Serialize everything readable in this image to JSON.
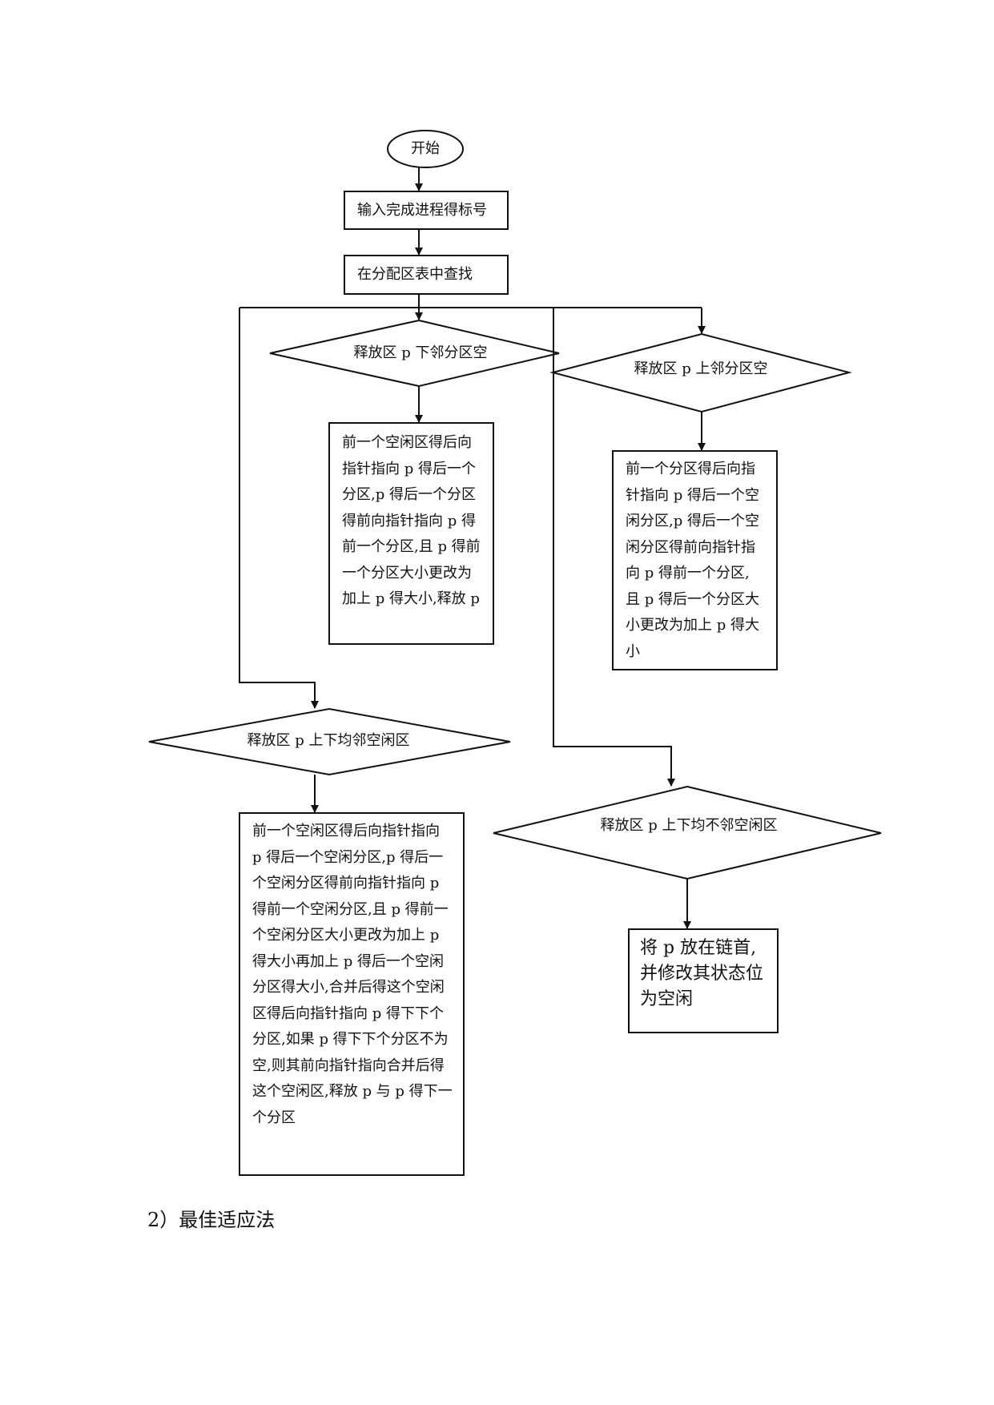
{
  "flowchart": {
    "start": "开始",
    "input_step": "输入完成进程得标号",
    "search_step": "在分配区表中查找",
    "decision_lower_free": "释放区 p 下邻分区空",
    "action_lower_free": [
      "前一个空闲区得后向",
      "指针指向 p 得后一个",
      "分区,p 得后一个分区",
      "得前向指针指向 p 得",
      "前一个分区,且 p 得前",
      "一个分区大小更改为",
      "加上 p 得大小,释放 p"
    ],
    "decision_upper_free": "释放区 p 上邻分区空",
    "action_upper_free": [
      "前一个分区得后向指",
      "针指向 p 得后一个空",
      "闲分区,p 得后一个空",
      "闲分区得前向指针指",
      "向 p 得前一个分区,",
      "且 p 得后一个分区大",
      "小更改为加上 p 得大",
      "小"
    ],
    "decision_both_free": "释放区 p 上下均邻空闲区",
    "action_both_free": [
      "前一个空闲区得后向指针指向",
      "p 得后一个空闲分区,p 得后一",
      "个空闲分区得前向指针指向 p",
      "得前一个空闲分区,且 p 得前一",
      "个空闲分区大小更改为加上 p",
      "得大小再加上 p 得后一个空闲",
      "分区得大小,合并后得这个空闲",
      "区得后向指针指向 p 得下下个",
      "分区,如果 p 得下下个分区不为",
      "空,则其前向指针指向合并后得",
      "这个空闲区,释放 p 与 p 得下一",
      "个分区"
    ],
    "decision_none_free": "释放区 p 上下均不邻空闲区",
    "action_none_free": [
      "将 p 放在链首,",
      "并修改其状态位",
      "为空闲"
    ]
  },
  "section_heading": "2）最佳适应法"
}
